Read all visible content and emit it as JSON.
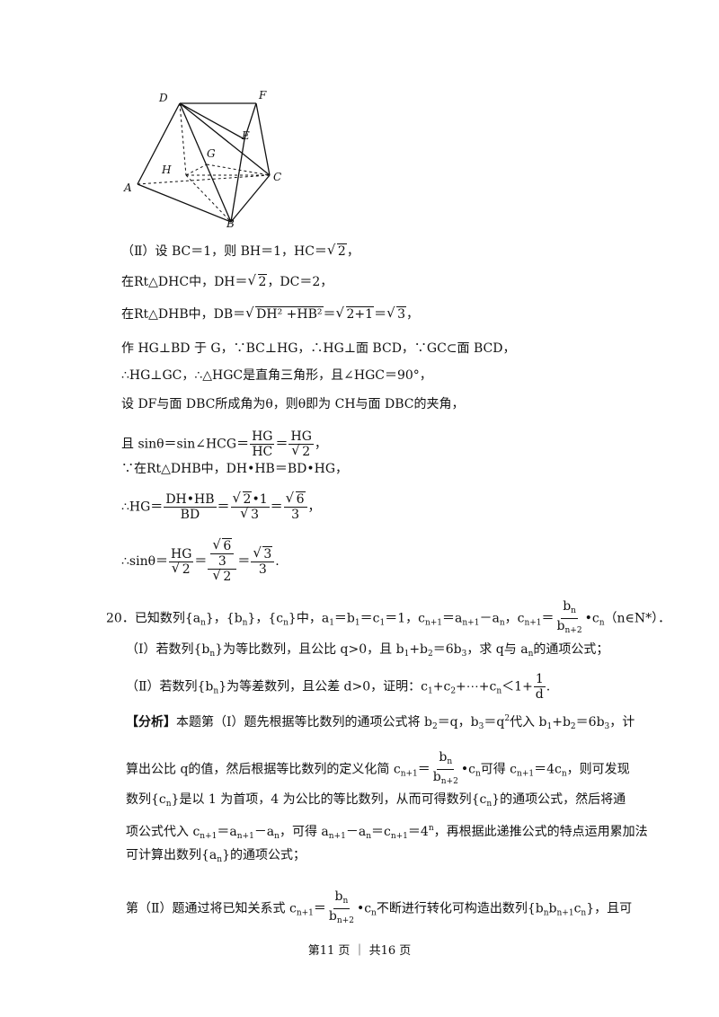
{
  "figure": {
    "labels": {
      "D": "D",
      "F": "F",
      "E": "E",
      "G": "G",
      "H": "H",
      "A": "A",
      "C": "C",
      "B": "B"
    }
  },
  "part2_solution": {
    "l1": "（Ⅱ）设 BC＝1，则 BH＝1，HC＝",
    "l1_r": "2",
    "l1_end": "，",
    "l2a": "在Rt△DHC中，DH＝",
    "l2_r": "2",
    "l2b": "，DC＝2，",
    "l3a": "在Rt△DHB中，DB＝",
    "l3_r1": "DH² +HB²",
    "l3_r2": "2+1",
    "l3_r3": "3",
    "l3_end": "，",
    "l4": "作 HG⊥BD 于 G，∵BC⊥HG，∴HG⊥面 BCD，∵GC⊂面 BCD，",
    "l5": "∴HG⊥GC，∴△HGC是直角三角形，且∠HGC＝90°，",
    "l6": "设 DF与面 DBC所成角为θ，则θ即为 CH与面 DBC的夹角，",
    "l7a": "且 sinθ＝sin∠HCG＝",
    "l7_n1": "HG",
    "l7_d1": "HC",
    "l7_n2": "HG",
    "l7_d2": "2",
    "l7_end": "，",
    "l8": "∵在Rt△DHB中，DH•HB＝BD•HG，",
    "l9a": "∴HG＝",
    "l9_n1": "DH•HB",
    "l9_d1": "BD",
    "l9_n2": "2",
    "l9_n2b": "•1",
    "l9_d2": "3",
    "l9_n3": "6",
    "l9_d3": "3",
    "l9_end": "，",
    "l10a": "∴sinθ＝",
    "l10_n1": "HG",
    "l10_d1": "2",
    "l10_nn": "6",
    "l10_nd": "3",
    "l10_d2": "2",
    "l10_n3": "3",
    "l10_d3": "3",
    "l10_end": "."
  },
  "q20": {
    "num": "20．",
    "text_a": "已知数列{a",
    "text_b": "}，{b",
    "text_c": "}，{c",
    "text_d": "}中，a",
    "text_e": "＝b",
    "text_f": "＝c",
    "text_g": "＝1，c",
    "text_h": "＝a",
    "text_i": "－a",
    "text_j": "，c",
    "text_k": "＝",
    "frac_n": "b",
    "frac_ns": "n",
    "frac_d": "b",
    "frac_ds": "n+2",
    "text_l": "•c",
    "text_m": "（n∈N*）．",
    "p1": "（Ⅰ）若数列{b",
    "p1b": "}为等比数列，且公比 q>0，且 b",
    "p1c": "+b",
    "p1d": "＝6b",
    "p1e": "，求 q与 a",
    "p1f": "的通项公式；",
    "p2": "（Ⅱ）若数列{b",
    "p2b": "}为等差数列，且公差 d>0，证明：c",
    "p2c": "+c",
    "p2d": "+⋯+c",
    "p2e": "＜1+",
    "p2_n": "1",
    "p2_d": "d",
    "p2_end": "."
  },
  "analysis": {
    "tag": "【分析】",
    "a1": "本题第（Ⅰ）题先根据等比数列的通项公式将 b",
    "a1b": "＝q，b",
    "a1c": "＝q",
    "a1d": "代入 b",
    "a1e": "+b",
    "a1f": "＝6b",
    "a1g": "，计",
    "a2": "算出公比 q的值，然后根据等比数列的定义化简 c",
    "a2b": "＝",
    "a2c": "可得 c",
    "a2d": "＝4c",
    "a2e": "，则可发现",
    "a3": "数列{c",
    "a3b": "}是以 1 为首项，4 为公比的等比数列，从而可得数列{c",
    "a3c": "}的通项公式，然后将通",
    "a4": "项公式代入 c",
    "a4b": "＝a",
    "a4c": "－a",
    "a4d": "，可得 a",
    "a4e": "－a",
    "a4f": "＝c",
    "a4g": "＝4",
    "a4h": "，再根据此递推公式的特点运用累加法",
    "a5": "可计算出数列{a",
    "a5b": "}的通项公式；",
    "a6": "第（Ⅱ）题通过将已知关系式 c",
    "a6b": "＝",
    "a6c": "不断进行转化可构造出数列{b",
    "a6d": "}，且可"
  },
  "footer": "第11 页 ｜ 共16 页"
}
